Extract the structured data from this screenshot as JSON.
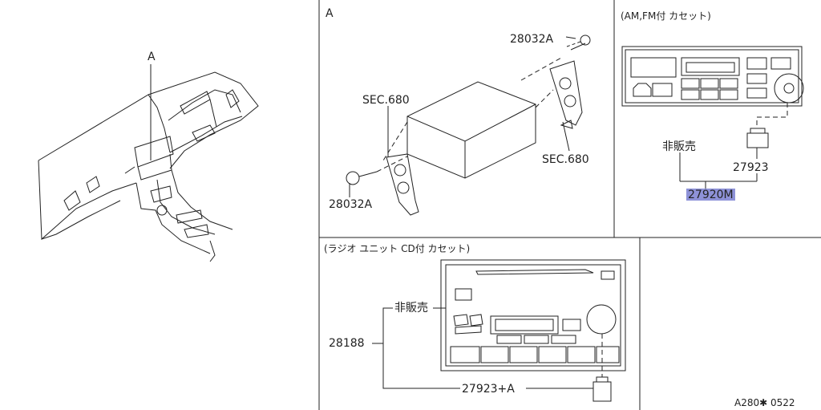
{
  "overview": {
    "view_ref": "A"
  },
  "panel_a": {
    "title": "A",
    "callouts": {
      "bolt_top": "28032A",
      "bolt_bottom": "28032A",
      "sec_left": "SEC.680",
      "sec_right": "SEC.680"
    }
  },
  "panel_am_fm": {
    "title": "(AM,FM付 カセット)",
    "not_for_sale": "非販売",
    "knob_part": "27923",
    "radio_part": "27920M",
    "highlight_color": "#8e92d8"
  },
  "panel_cd": {
    "title": "(ラジオ ユニット CD付 カセット)",
    "not_for_sale": "非販売",
    "unit_part": "28188",
    "knob_part": "27923+A"
  },
  "diagram_code": "A280✱ 0522"
}
